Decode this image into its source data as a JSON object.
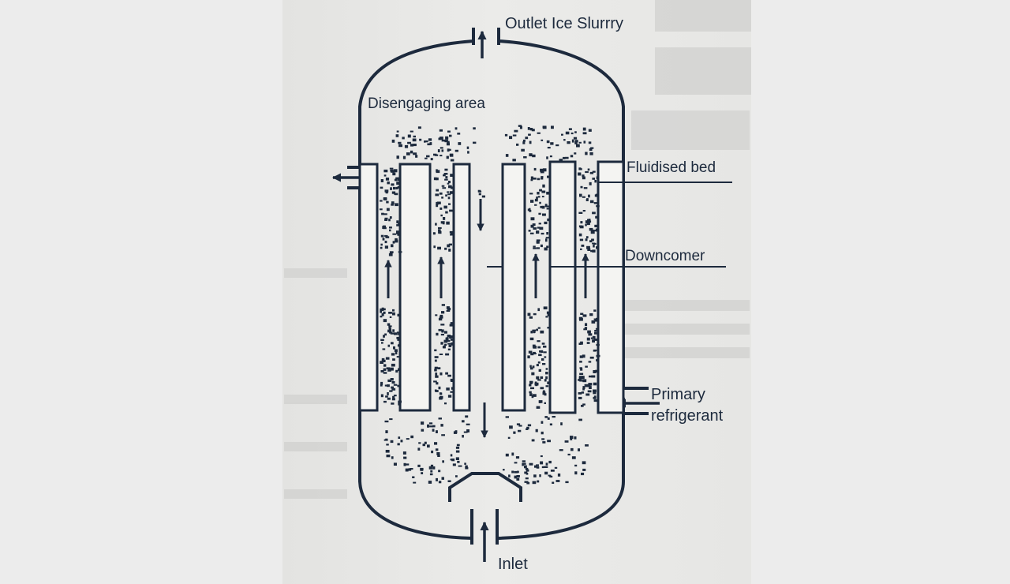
{
  "labels": {
    "outlet": "Outlet Ice Slurrry",
    "disengaging": "Disengaging area",
    "fluidised": "Fluidised bed",
    "downcomer": "Downcomer",
    "primary_line1": "Primary",
    "primary_line2": "refrigerant",
    "inlet": "Inlet"
  },
  "colors": {
    "ink": "#1d2a3d",
    "paper": "#e8e8e6",
    "page_bg": "#ececec"
  }
}
